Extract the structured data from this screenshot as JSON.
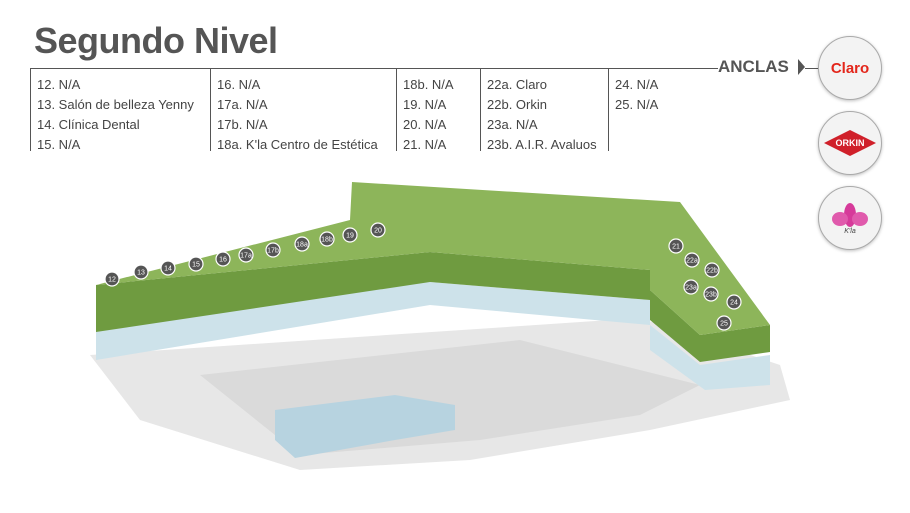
{
  "title": "Segundo Nivel",
  "legend": {
    "columns": [
      [
        "12. N/A",
        "13. Salón de belleza Yenny",
        "14. Clínica Dental",
        "15.  N/A"
      ],
      [
        "16. N/A",
        "17a. N/A",
        "17b. N/A",
        "18a. K'la Centro de Estética"
      ],
      [
        "18b. N/A",
        "19. N/A",
        "20. N/A",
        "21. N/A"
      ],
      [
        "22a. Claro",
        "22b. Orkin",
        "23a. N/A",
        "23b. A.I.R. Avaluos"
      ],
      [
        "24. N/A",
        "25. N/A"
      ]
    ]
  },
  "anchors": {
    "label": "ANCLAS",
    "logos": [
      "Claro",
      "ORKIN",
      "K'la"
    ]
  },
  "markers": [
    "12",
    "13",
    "14",
    "15",
    "16",
    "17a",
    "17b",
    "18a",
    "18b",
    "19",
    "20",
    "21",
    "22a",
    "22b",
    "23a",
    "23b",
    "24",
    "25"
  ],
  "colors": {
    "green_top": "#8db55a",
    "green_side": "#6f9b40",
    "glass": "#cde2ea",
    "ground": "#e7e7e7",
    "claro": "#e3261b",
    "orkin": "#d0202a",
    "kla": "#d63a9a"
  }
}
